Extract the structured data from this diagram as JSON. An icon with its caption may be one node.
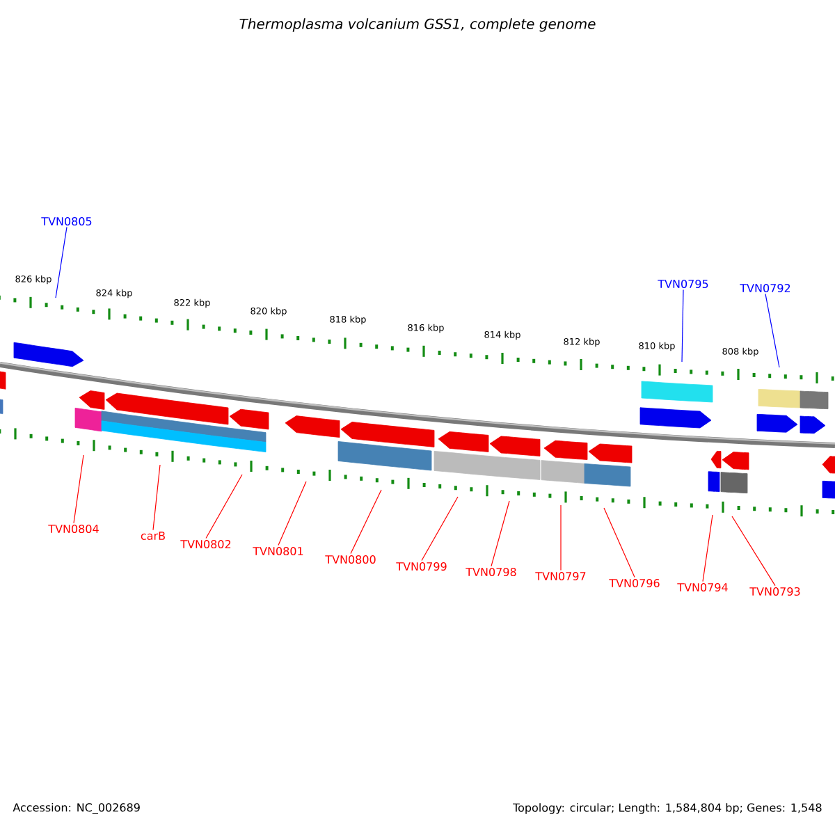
{
  "diagram": {
    "title": "Thermoplasma volcanium GSS1, complete genome",
    "nodes": [
      {
        "text": [
          "TVN0805"
        ]
      },
      {
        "text": [
          "TVN0795"
        ]
      },
      {
        "text": [
          "TVN0792"
        ]
      },
      {
        "text": [
          "TVN0804"
        ]
      },
      {
        "text": [
          "carB"
        ]
      },
      {
        "text": [
          "TVN0802"
        ]
      },
      {
        "text": [
          "TVN0801"
        ]
      },
      {
        "text": [
          "TVN0800"
        ]
      },
      {
        "text": [
          "TVN0799"
        ]
      },
      {
        "text": [
          "TVN0798"
        ]
      },
      {
        "text": [
          "TVN0797"
        ]
      },
      {
        "text": [
          "TVN0796"
        ]
      },
      {
        "text": [
          "TVN0794"
        ]
      },
      {
        "text": [
          "TVN0793"
        ]
      }
    ],
    "edges": [
      {
        "from": 0,
        "to": null,
        "arrow": "none",
        "color": "#0000ff"
      },
      {
        "from": 1,
        "to": null,
        "arrow": "none",
        "color": "#0000ff"
      },
      {
        "from": 2,
        "to": null,
        "arrow": "none",
        "color": "#0000ff"
      },
      {
        "from": 3,
        "to": null,
        "arrow": "none"
      },
      {
        "from": 4,
        "to": null,
        "arrow": "none"
      },
      {
        "from": 5,
        "to": null,
        "arrow": "none"
      },
      {
        "from": 6,
        "to": null,
        "arrow": "none"
      },
      {
        "from": 7,
        "to": null,
        "arrow": "none"
      },
      {
        "from": 8,
        "to": null,
        "arrow": "none"
      },
      {
        "from": 9,
        "to": null,
        "arrow": "none"
      },
      {
        "from": 10,
        "to": null,
        "arrow": "none"
      },
      {
        "from": 11,
        "to": null,
        "arrow": "none"
      },
      {
        "from": 12,
        "to": null,
        "arrow": "none"
      },
      {
        "from": 13,
        "to": null,
        "arrow": "none"
      }
    ],
    "labels": [
      "826 kbp",
      "824 kbp",
      "822 kbp",
      "820 kbp",
      "818 kbp",
      "816 kbp",
      "814 kbp",
      "812 kbp",
      "810 kbp",
      "808 kbp",
      "Accession: NC_002689",
      "Topology: circular; Length: 1,584,804 bp; Genes: 1,548"
    ]
  }
}
